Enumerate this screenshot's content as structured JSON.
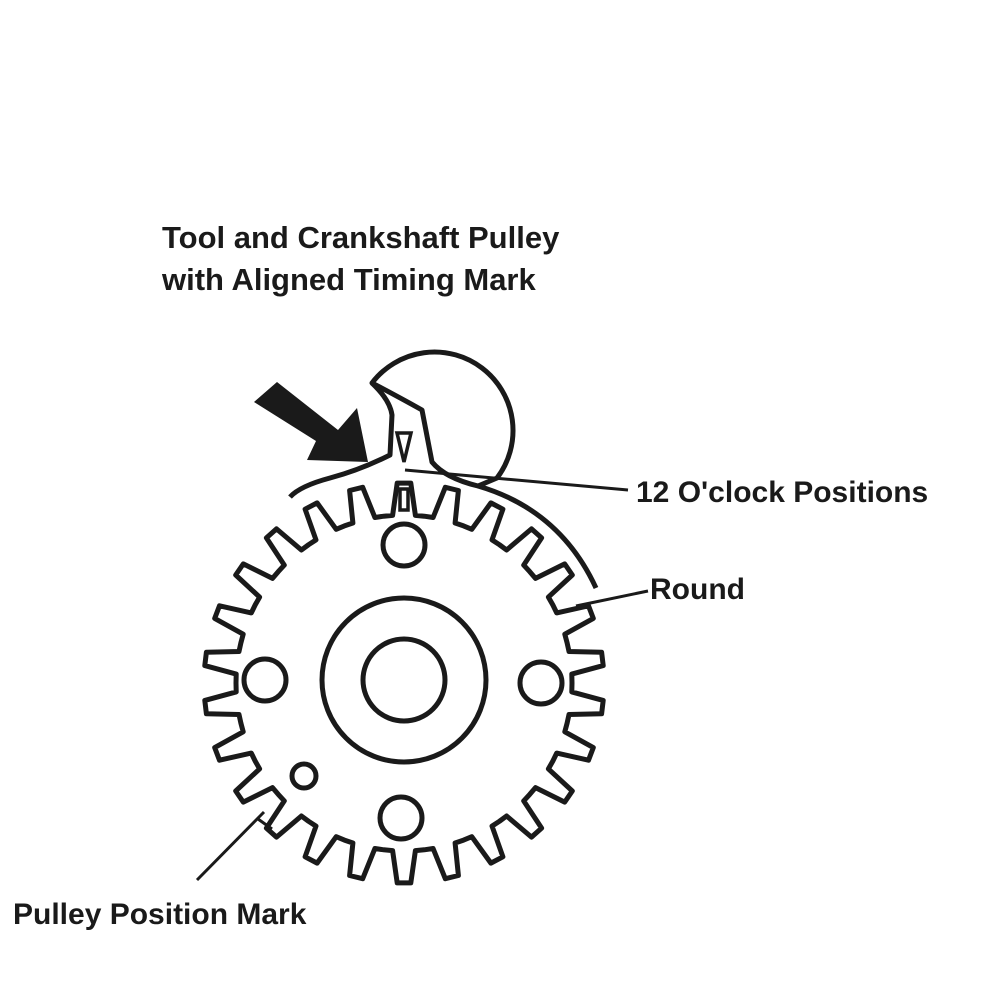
{
  "title": {
    "line1": "Tool and Crankshaft Pulley",
    "line2": "with Aligned Timing Mark"
  },
  "labels": {
    "twelve_oclock": "12 O'clock Positions",
    "round": "Round",
    "pulley_position_mark": "Pulley Position Mark"
  },
  "colors": {
    "ink": "#1a1a1a",
    "background": "#ffffff"
  },
  "icons": {
    "pointer": "arrow-icon"
  }
}
